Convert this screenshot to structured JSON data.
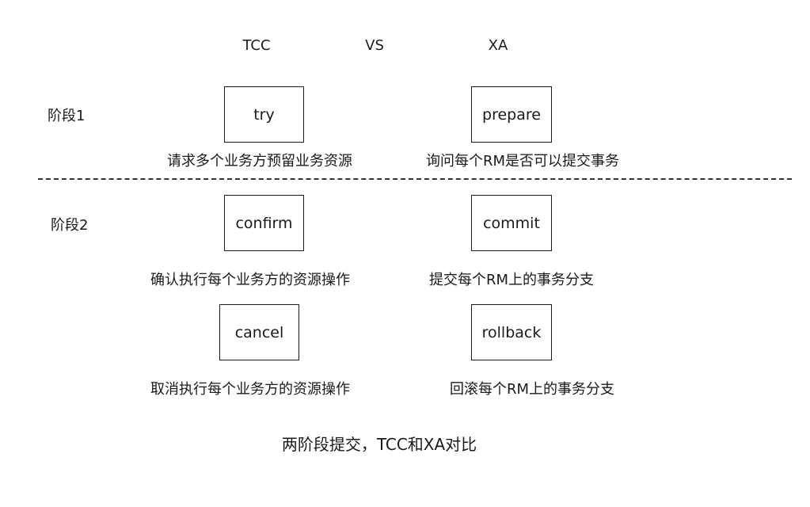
{
  "headers": {
    "tcc": "TCC",
    "vs": "VS",
    "xa": "XA"
  },
  "phases": {
    "phase1": "阶段1",
    "phase2": "阶段2"
  },
  "tcc": {
    "try": {
      "label": "try",
      "desc": "请求多个业务方预留业务资源"
    },
    "confirm": {
      "label": "confirm",
      "desc": "确认执行每个业务方的资源操作"
    },
    "cancel": {
      "label": "cancel",
      "desc": "取消执行每个业务方的资源操作"
    }
  },
  "xa": {
    "prepare": {
      "label": "prepare",
      "desc": "询问每个RM是否可以提交事务"
    },
    "commit": {
      "label": "commit",
      "desc": "提交每个RM上的事务分支"
    },
    "rollback": {
      "label": "rollback",
      "desc": "回滚每个RM上的事务分支"
    }
  },
  "caption": "两阶段提交，TCC和XA对比"
}
